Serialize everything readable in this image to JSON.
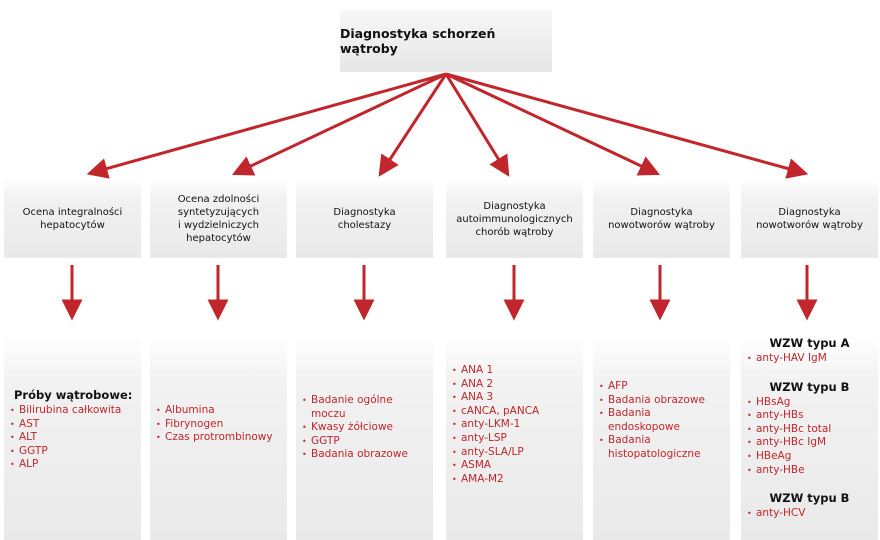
{
  "root": {
    "title": "Diagnostyka schorzeń wątroby"
  },
  "categories": [
    "Ocena integralności\nhepatocytów",
    "Ocena zdolności\nsyntetyzujących\ni wydzielniczych\nhepatocytów",
    "Diagnostyka\ncholestazy",
    "Diagnostyka\nautoimmunologicznych\nchorób wątroby",
    "Diagnostyka\nnowotworów wątroby",
    "Diagnostyka\nnowotworów wątroby"
  ],
  "details": {
    "col1": {
      "header": "Próby wątrobowe:",
      "items": [
        "Bilirubina całkowita",
        "AST",
        "ALT",
        "GGTP",
        "ALP"
      ]
    },
    "col2": {
      "items": [
        "Albumina",
        "Fibrynogen",
        "Czas protrombinowy"
      ]
    },
    "col3": {
      "items": [
        "Badanie ogólne moczu",
        "Kwasy żółciowe",
        "GGTP",
        "Badania obrazowe"
      ]
    },
    "col4": {
      "items": [
        "ANA 1",
        "ANA 2",
        "ANA 3",
        "cANCA, pANCA",
        "anty-LKM-1",
        "anty-LSP",
        "anty-SLA/LP",
        "ASMA",
        "AMA-M2"
      ]
    },
    "col5": {
      "items": [
        "AFP",
        "Badania obrazowe",
        "Badania endoskopowe",
        "Badania histopatologiczne"
      ]
    },
    "col6": {
      "groups": [
        {
          "header": "WZW typu A",
          "items": [
            "anty-HAV IgM"
          ]
        },
        {
          "header": "WZW typu B",
          "items": [
            "HBsAg",
            "anty-HBs",
            "anty-HBc total",
            "anty-HBc IgM",
            "HBeAg",
            "anty-HBe"
          ]
        },
        {
          "header": "WZW typu B",
          "items": [
            "anty-HCV"
          ]
        }
      ]
    }
  },
  "colors": {
    "arrow": "#c0262b",
    "item_text": "#c0262b",
    "box_fill": "#ececec"
  }
}
